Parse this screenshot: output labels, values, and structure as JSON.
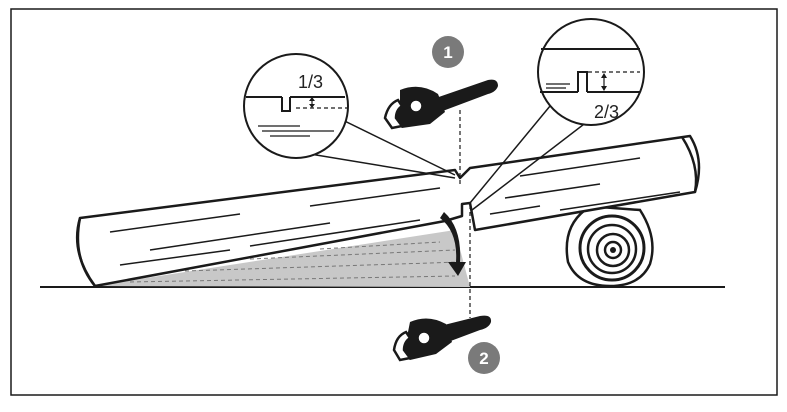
{
  "steps": {
    "step1": "1",
    "step2": "2"
  },
  "detail_top_left": {
    "fraction": "1/3"
  },
  "detail_top_right": {
    "fraction": "2/3"
  },
  "colors": {
    "outline": "#1a1a1a",
    "badge": "#7a7a7a",
    "ground_shadow": "#c8c8c8",
    "background": "#ffffff"
  }
}
